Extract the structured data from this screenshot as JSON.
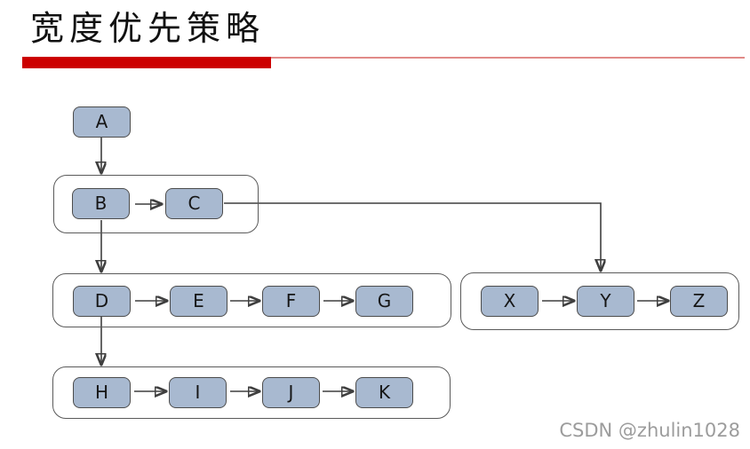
{
  "title": "宽度优先策略",
  "watermark": "CSDN @zhulin1028",
  "colors": {
    "accent_bar": "#cc0000",
    "accent_line": "#e18a88",
    "node_fill": "#a8b9d0",
    "node_border": "#4c4c4c",
    "group_border": "#5a5a5a",
    "arrow": "#3f3f3f",
    "title_text": "#111111",
    "watermark_text": "#9c9c9c"
  },
  "diagram": {
    "type": "breadth-first-traversal-tree",
    "nodes": {
      "a": "A",
      "b": "B",
      "c": "C",
      "d": "D",
      "e": "E",
      "f": "F",
      "g": "G",
      "h": "H",
      "i": "I",
      "j": "J",
      "k": "K",
      "x": "X",
      "y": "Y",
      "z": "Z"
    },
    "groups": [
      {
        "name": "level-2",
        "members": [
          "B",
          "C"
        ]
      },
      {
        "name": "level-3-left",
        "members": [
          "D",
          "E",
          "F",
          "G"
        ]
      },
      {
        "name": "level-3-right",
        "members": [
          "X",
          "Y",
          "Z"
        ]
      },
      {
        "name": "level-4",
        "members": [
          "H",
          "I",
          "J",
          "K"
        ]
      }
    ],
    "edges": [
      {
        "from": "A",
        "to": "group level-2"
      },
      {
        "from": "B",
        "to": "C"
      },
      {
        "from": "B",
        "to": "group level-3-left"
      },
      {
        "from": "C",
        "to": "group level-3-right"
      },
      {
        "from": "D",
        "to": "E"
      },
      {
        "from": "E",
        "to": "F"
      },
      {
        "from": "F",
        "to": "G"
      },
      {
        "from": "D",
        "to": "group level-4"
      },
      {
        "from": "X",
        "to": "Y"
      },
      {
        "from": "Y",
        "to": "Z"
      },
      {
        "from": "H",
        "to": "I"
      },
      {
        "from": "I",
        "to": "J"
      },
      {
        "from": "J",
        "to": "K"
      }
    ]
  }
}
